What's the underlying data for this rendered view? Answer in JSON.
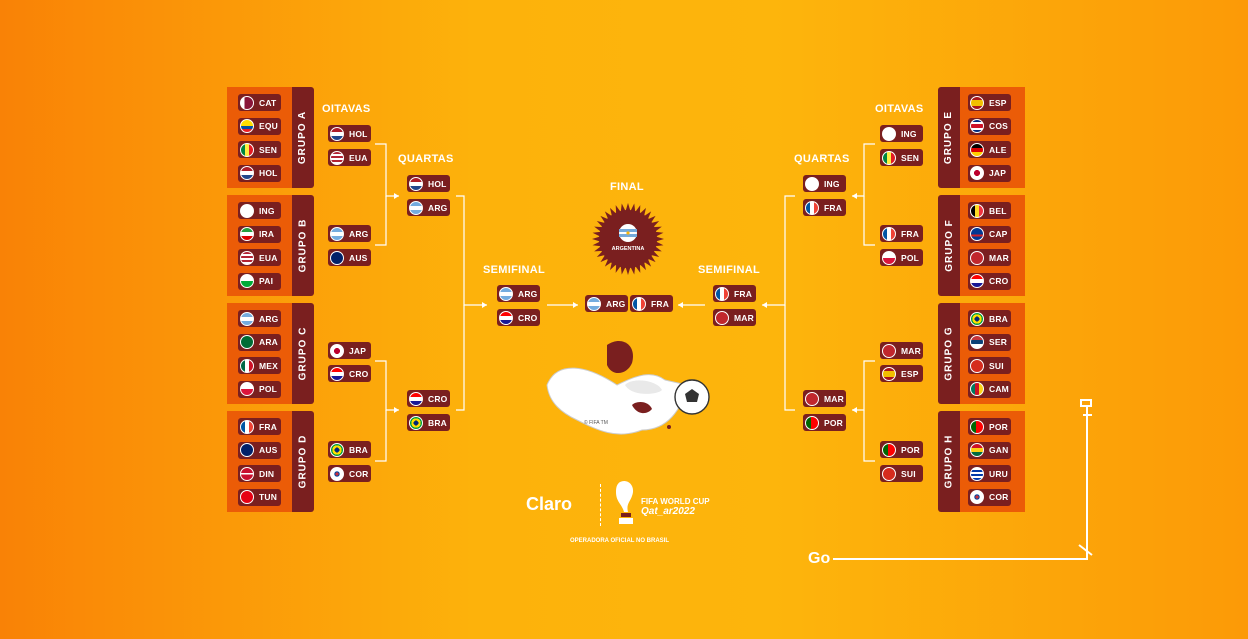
{
  "colors": {
    "panel": "#7a1f1f",
    "band": "#eb5c07",
    "line": "#ffffff"
  },
  "headings": {
    "oitavas": "OITAVAS",
    "quartas": "QUARTAS",
    "semifinal": "SEMIFINAL",
    "final": "FINAL"
  },
  "champion": {
    "code": "ARG",
    "name": "ARGENTINA"
  },
  "groups": [
    {
      "side": "l",
      "label": "GRUPO A",
      "teams": [
        "CAT",
        "EQU",
        "SEN",
        "HOL"
      ]
    },
    {
      "side": "l",
      "label": "GRUPO B",
      "teams": [
        "ING",
        "IRA",
        "EUA",
        "PAI"
      ]
    },
    {
      "side": "l",
      "label": "GRUPO C",
      "teams": [
        "ARG",
        "ARA",
        "MEX",
        "POL"
      ]
    },
    {
      "side": "l",
      "label": "GRUPO D",
      "teams": [
        "FRA",
        "AUS",
        "DIN",
        "TUN"
      ]
    },
    {
      "side": "r",
      "label": "GRUPO E",
      "teams": [
        "ESP",
        "COS",
        "ALE",
        "JAP"
      ]
    },
    {
      "side": "r",
      "label": "GRUPO F",
      "teams": [
        "BEL",
        "CAP",
        "MAR",
        "CRO"
      ]
    },
    {
      "side": "r",
      "label": "GRUPO G",
      "teams": [
        "BRA",
        "SER",
        "SUI",
        "CAM"
      ]
    },
    {
      "side": "r",
      "label": "GRUPO H",
      "teams": [
        "POR",
        "GAN",
        "URU",
        "COR"
      ]
    }
  ],
  "bracket": {
    "left": {
      "oitavas": [
        [
          "HOL",
          "EUA"
        ],
        [
          "ARG",
          "AUS"
        ],
        [
          "JAP",
          "CRO"
        ],
        [
          "BRA",
          "COR"
        ]
      ],
      "quartas": [
        [
          "HOL",
          "ARG"
        ],
        [
          "CRO",
          "BRA"
        ]
      ],
      "semifinal": [
        "ARG",
        "CRO"
      ]
    },
    "right": {
      "oitavas": [
        [
          "ING",
          "SEN"
        ],
        [
          "FRA",
          "POL"
        ],
        [
          "MAR",
          "ESP"
        ],
        [
          "POR",
          "SUI"
        ]
      ],
      "quartas": [
        [
          "ING",
          "FRA"
        ],
        [
          "MAR",
          "POR"
        ]
      ],
      "semifinal": [
        "FRA",
        "MAR"
      ]
    },
    "final": [
      "ARG",
      "FRA"
    ]
  },
  "sponsor": {
    "brand": "Claro",
    "event_line1": "FIFA WORLD CUP",
    "event_line2": "Qat_ar2022",
    "tagline": "OPERADORA OFICIAL NO BRASIL",
    "mascot_credit": "© FIFA TM",
    "deco_text": "Go"
  }
}
